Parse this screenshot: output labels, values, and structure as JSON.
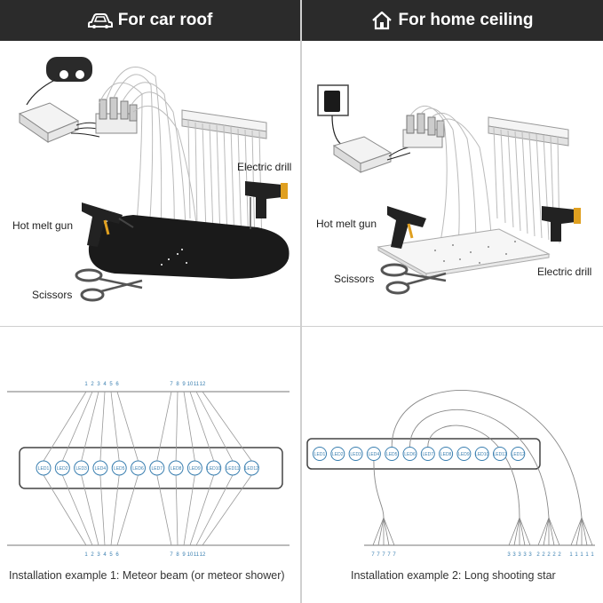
{
  "left_header": {
    "title": "For car roof",
    "icon": "car-icon"
  },
  "right_header": {
    "title": "For home ceiling",
    "icon": "house-icon"
  },
  "car_scene": {
    "labels": {
      "drill": "Electric drill",
      "glue_gun": "Hot melt gun",
      "scissors": "Scissors"
    }
  },
  "home_scene": {
    "labels": {
      "drill": "Electric drill",
      "glue_gun": "Hot melt gun",
      "scissors": "Scissors"
    }
  },
  "example1": {
    "caption": "Installation example 1: Meteor beam (or meteor shower)",
    "top_numbers_a": [
      "1",
      "2",
      "3",
      "4",
      "5",
      "6"
    ],
    "top_numbers_b": [
      "7",
      "8",
      "9",
      "10",
      "11",
      "12"
    ],
    "leds": [
      "LED1",
      "LED2",
      "LED3",
      "LED4",
      "LED5",
      "LED6",
      "LED7",
      "LED8",
      "LED9",
      "LED10",
      "LED11",
      "LED12"
    ]
  },
  "example2": {
    "caption": "Installation example 2: Long shooting star",
    "leds": [
      "LED1",
      "LED2",
      "LED3",
      "LED4",
      "LED5",
      "LED6",
      "LED7",
      "LED8",
      "LED9",
      "LED10",
      "LED11",
      "LED12"
    ],
    "bottom_groups": [
      [
        "7",
        "7",
        "7",
        "7",
        "7"
      ],
      [
        "3",
        "3",
        "3",
        "3",
        "3"
      ],
      [
        "2",
        "2",
        "2",
        "2",
        "2"
      ],
      [
        "1",
        "1",
        "1",
        "1",
        "1"
      ]
    ]
  },
  "colors": {
    "header_bg": "#2b2b2b",
    "led_blue": "#3a7fb0",
    "panel_dark": "#1a1a1a"
  }
}
